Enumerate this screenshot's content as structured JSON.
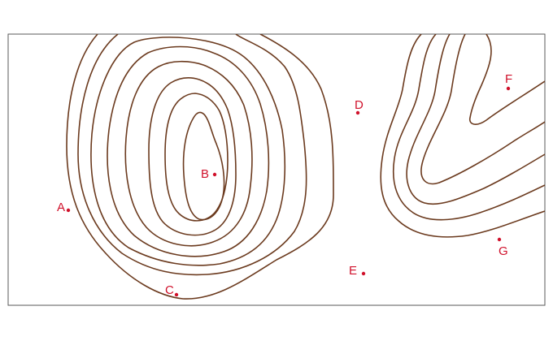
{
  "map": {
    "colors": {
      "contour": "#6b3a1e",
      "marker": "#d0112b",
      "frame": "#5a5a5a",
      "background": "#ffffff"
    },
    "points": [
      {
        "id": "A",
        "label": "A"
      },
      {
        "id": "B",
        "label": "B"
      },
      {
        "id": "C",
        "label": "C"
      },
      {
        "id": "D",
        "label": "D"
      },
      {
        "id": "E",
        "label": "E"
      },
      {
        "id": "F",
        "label": "F"
      },
      {
        "id": "G",
        "label": "G"
      }
    ]
  }
}
